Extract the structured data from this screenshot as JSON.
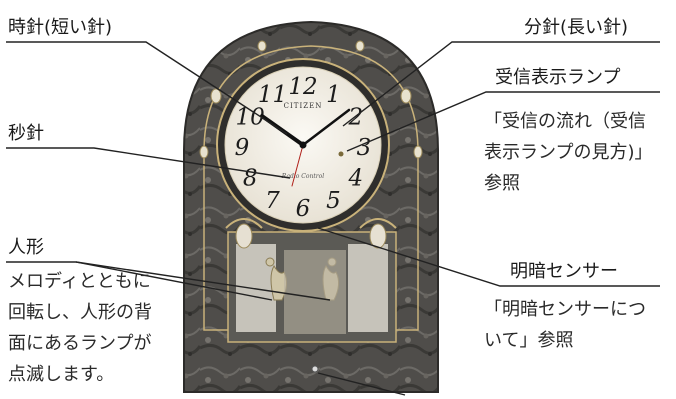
{
  "callouts": {
    "hour_hand": {
      "label": "時針(短い針)"
    },
    "minute_hand": {
      "label": "分針(長い針)"
    },
    "reception": {
      "label": "受信表示ランプ",
      "note": "「受信の流れ（受信\n表示ランプの見方)」\n参照"
    },
    "second_hand": {
      "label": "秒針"
    },
    "doll": {
      "label": "人形",
      "note": "メロディとともに\n回転し、人形の背\n面にあるランプが\n点滅します。"
    },
    "light_sensor": {
      "label": "明暗センサー",
      "note": "「明暗センサーにつ\nいて」参照"
    }
  },
  "clock": {
    "brand": "CITIZEN",
    "dial_text": "Radio Control",
    "numerals": [
      "12",
      "1",
      "2",
      "3",
      "4",
      "5",
      "6",
      "7",
      "8",
      "9",
      "10",
      "11"
    ]
  },
  "colors": {
    "case_marble": "#4f4d4a",
    "dial": "#f4f1ea",
    "gold_trim": "#c9b27a",
    "line": "#222222"
  }
}
